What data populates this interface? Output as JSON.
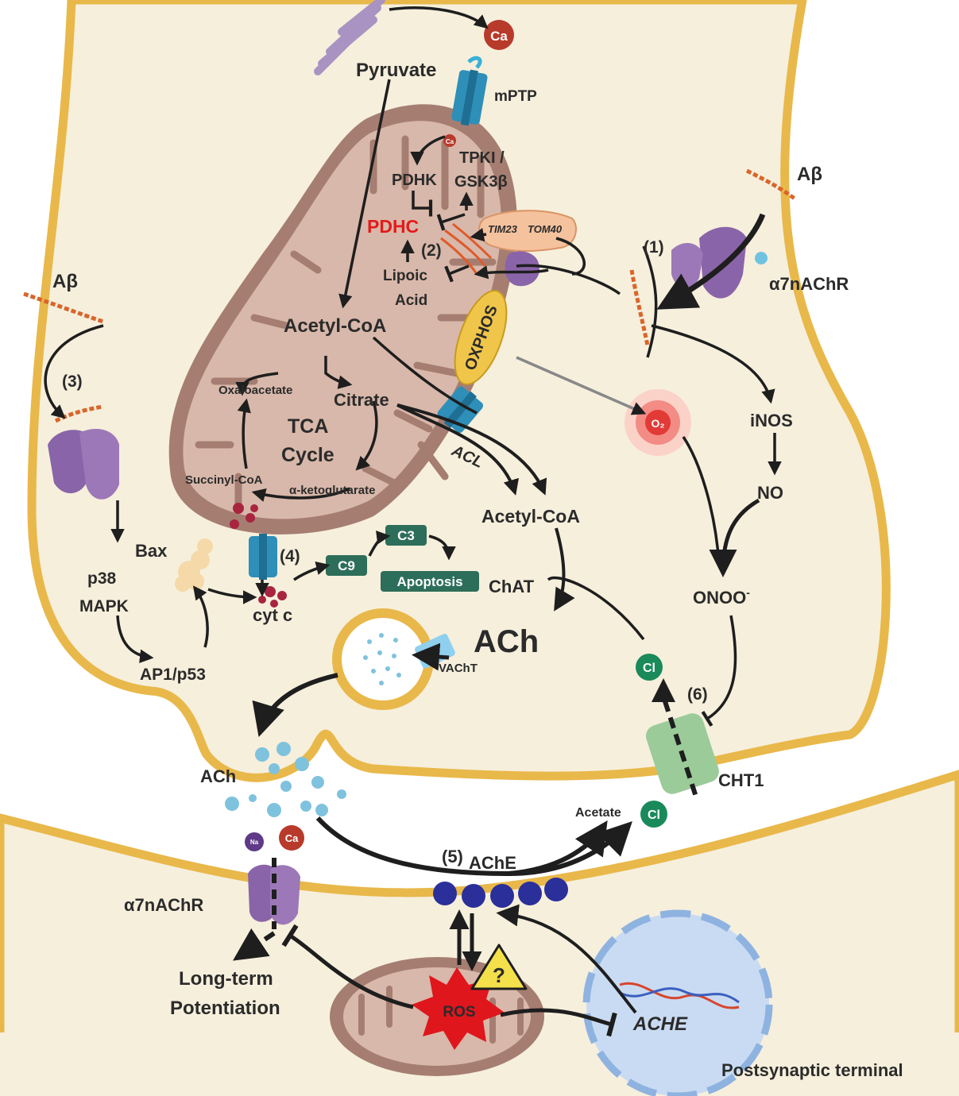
{
  "labels": {
    "pyruvate": "Pyruvate",
    "ca_top": "Ca",
    "mptp": "mPTP",
    "ca_small": "Ca",
    "pdhk": "PDHK",
    "tpki_line1": "TPKI /",
    "tpki_line2": "GSK3β",
    "pdhc": "PDHC",
    "step2": "(2)",
    "tim23": "TIM23",
    "tom40": "TOM40",
    "lipoic_line1": "Lipoic",
    "lipoic_line2": "Acid",
    "acetylcoa_mito": "Acetyl-CoA",
    "oxphos": "OXPHOS",
    "oxaloacetate": "Oxaloacetate",
    "citrate": "Citrate",
    "tca_line1": "TCA",
    "tca_line2": "Cycle",
    "succinylcoa": "Succinyl-CoA",
    "akg": "α-ketoglutarate",
    "acl": "ACL",
    "acetylcoa_cyto": "Acetyl-CoA",
    "o2": "O₂",
    "abeta_right": "Aβ",
    "step1": "(1)",
    "a7_right": "α7nAChR",
    "inos": "iNOS",
    "no": "NO",
    "onoo": "ONOO",
    "onoo_sup": "-",
    "abeta_left": "Aβ",
    "step3": "(3)",
    "bax": "Bax",
    "p38_line1": "p38",
    "p38_line2": "MAPK",
    "ap1": "AP1/p53",
    "step4": "(4)",
    "cytc": "cyt c",
    "c9": "C9",
    "c3": "C3",
    "apoptosis": "Apoptosis",
    "chat": "ChAT",
    "ach_big": "ACh",
    "vacht": "VAChT",
    "cl_top": "Cl",
    "step6": "(6)",
    "cht1": "CHT1",
    "ach_cleft": "ACh",
    "acetate": "Acetate",
    "cl_bottom": "Cl",
    "step5": "(5)",
    "ache_enzyme": "AChE",
    "na": "Na",
    "ca_post": "Ca",
    "a7_post": "α7nAChR",
    "ltp_line1": "Long-term",
    "ltp_line2": "Potentiation",
    "ros": "ROS",
    "question": "?",
    "ache_gene": "ACHE",
    "post_terminal": "Postsynaptic terminal"
  },
  "colors": {
    "cytoplasm": "#f6efdc",
    "membrane": "#e8b84a",
    "mito_outer": "#a57e71",
    "mito_inner": "#d6b4a6",
    "receptor": "#8a64a8",
    "channel_blue": "#2e8fb8",
    "caspase": "#2d6e5a",
    "cl_ion": "#1a8a5a",
    "ca_ion": "#b83a2b",
    "ache_blue": "#2a2f9a",
    "ros_red": "#e0161d",
    "nucleus_blue": "#c9dbf2",
    "cht1_green": "#9ccb9a",
    "o2_red": "#e23a36"
  }
}
